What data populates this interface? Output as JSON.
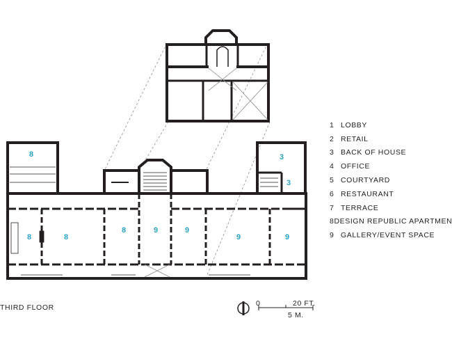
{
  "floor_label": "THIRD FLOOR",
  "legend": [
    {
      "number": "1",
      "label": "LOBBY"
    },
    {
      "number": "2",
      "label": "RETAIL"
    },
    {
      "number": "3",
      "label": "BACK OF HOUSE"
    },
    {
      "number": "4",
      "label": "OFFICE"
    },
    {
      "number": "5",
      "label": "COURTYARD"
    },
    {
      "number": "6",
      "label": "RESTAURANT"
    },
    {
      "number": "7",
      "label": "TERRACE"
    },
    {
      "number": "8",
      "label": "DESIGN REPUBLIC APARTMENT"
    },
    {
      "number": "9",
      "label": "GALLERY/EVENT SPACE"
    }
  ],
  "scale": {
    "start": "0",
    "feet": "20 FT.",
    "meters": "5 M."
  },
  "room_labels": [
    "8",
    "3",
    "3",
    "8",
    "8",
    "8",
    "9",
    "9",
    "9",
    "9"
  ],
  "colors": {
    "walls": "#231f20",
    "room_label": "#29a3c9",
    "dashed": "#8a8a8a"
  }
}
